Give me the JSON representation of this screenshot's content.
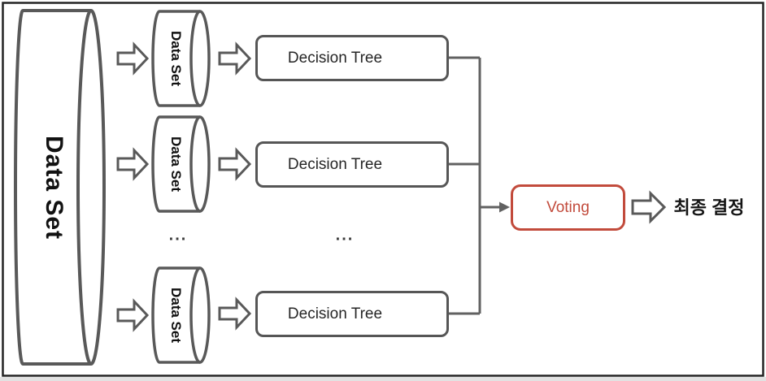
{
  "diagram": {
    "main_dataset": {
      "label": "Data Set"
    },
    "subsets": [
      {
        "label": "Data Set"
      },
      {
        "label": "Data Set"
      },
      {
        "label": "Data Set"
      }
    ],
    "trees": [
      {
        "label": "Decision Tree"
      },
      {
        "label": "Decision Tree"
      },
      {
        "label": "Decision Tree"
      }
    ],
    "voting": {
      "label": "Voting"
    },
    "final_decision": {
      "label": "최종 결정"
    },
    "ellipsis": {
      "subset_column": "...",
      "tree_column": "..."
    },
    "colors": {
      "shape_gray": "#595959",
      "connector_gray": "#616161",
      "accent_red": "#c24b3c",
      "text_black": "#1f1f1f"
    }
  }
}
